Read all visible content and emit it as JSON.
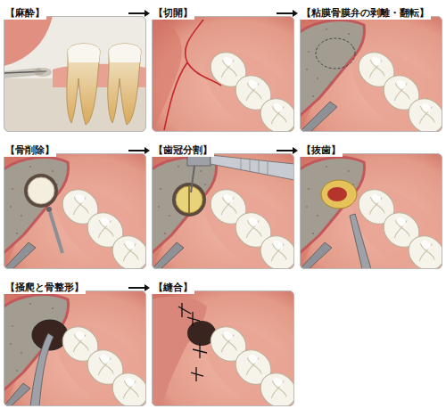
{
  "diagram": {
    "nodes": [
      {
        "text": [
          "【麻酔】"
        ]
      },
      {
        "text": [
          "【切開】"
        ]
      },
      {
        "text": [
          "【粘膜骨膜弁の剥離・翻転】"
        ]
      },
      {
        "text": [
          "【骨削除】"
        ]
      },
      {
        "text": [
          "【歯冠分割】"
        ]
      },
      {
        "text": [
          "【抜歯】"
        ]
      },
      {
        "text": [
          "【掻爬と骨整形】"
        ]
      },
      {
        "text": [
          "【縫合】"
        ]
      }
    ],
    "edges": [
      {
        "from": 0,
        "to": 1,
        "arrow": "to"
      },
      {
        "from": 1,
        "to": 2,
        "arrow": "to"
      },
      {
        "from": 3,
        "to": 4,
        "arrow": "to"
      },
      {
        "from": 4,
        "to": 5,
        "arrow": "to"
      },
      {
        "from": 6,
        "to": 7,
        "arrow": "to"
      }
    ]
  }
}
